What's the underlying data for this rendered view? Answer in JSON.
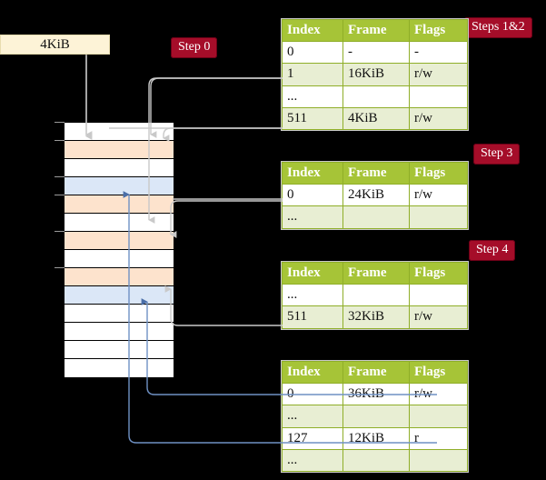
{
  "source": {
    "label": "4KiB"
  },
  "steps": [
    {
      "id": "step0",
      "label": "Step 0"
    },
    {
      "id": "steps12",
      "label": "Steps 1&2"
    },
    {
      "id": "step3",
      "label": "Step 3"
    },
    {
      "id": "step4",
      "label": "Step 4"
    }
  ],
  "colors": {
    "badge": "#a50d29",
    "table_header": "#a6c437",
    "table_alt_row": "#e8eed3",
    "highlight": "#f7f396",
    "source_box": "#fdf3d7",
    "mem_orange": "#fde3cd",
    "mem_blue": "#dbe7f7",
    "wire_grey": "#b9b9b9",
    "wire_blue": "#6f91c4"
  },
  "table_headers": [
    "Index",
    "Frame",
    "Flags"
  ],
  "tables": [
    {
      "name": "pml4-table",
      "rows": [
        {
          "cells": [
            "0",
            "-",
            "-"
          ],
          "alt": false,
          "highlight": false
        },
        {
          "cells": [
            "1",
            "16KiB",
            "r/w"
          ],
          "alt": true,
          "highlight": false
        },
        {
          "cells": [
            "...",
            "",
            ""
          ],
          "alt": false,
          "highlight": false
        },
        {
          "cells": [
            "511",
            "4KiB",
            "r/w"
          ],
          "alt": true,
          "highlight": true
        }
      ]
    },
    {
      "name": "pdp-table",
      "rows": [
        {
          "cells": [
            "0",
            "24KiB",
            "r/w"
          ],
          "alt": false,
          "highlight": false
        },
        {
          "cells": [
            "...",
            "",
            ""
          ],
          "alt": true,
          "highlight": false
        }
      ]
    },
    {
      "name": "pd-table",
      "rows": [
        {
          "cells": [
            "...",
            "",
            ""
          ],
          "alt": false,
          "highlight": false
        },
        {
          "cells": [
            "511",
            "32KiB",
            "r/w"
          ],
          "alt": true,
          "highlight": false
        }
      ]
    },
    {
      "name": "pt-table",
      "rows": [
        {
          "cells": [
            "0",
            "36KiB",
            "r/w"
          ],
          "alt": false,
          "highlight": false
        },
        {
          "cells": [
            "...",
            "",
            ""
          ],
          "alt": true,
          "highlight": false
        },
        {
          "cells": [
            "127",
            "12KiB",
            "r"
          ],
          "alt": false,
          "highlight": false
        },
        {
          "cells": [
            "...",
            "",
            ""
          ],
          "alt": true,
          "highlight": false
        }
      ]
    }
  ],
  "memory_rows": [
    {
      "fill": "white"
    },
    {
      "fill": "orange"
    },
    {
      "fill": "white"
    },
    {
      "fill": "blue"
    },
    {
      "fill": "orange"
    },
    {
      "fill": "white"
    },
    {
      "fill": "orange"
    },
    {
      "fill": "white"
    },
    {
      "fill": "orange"
    },
    {
      "fill": "blue"
    },
    {
      "fill": "white"
    },
    {
      "fill": "white"
    },
    {
      "fill": "white"
    },
    {
      "fill": "white"
    }
  ]
}
